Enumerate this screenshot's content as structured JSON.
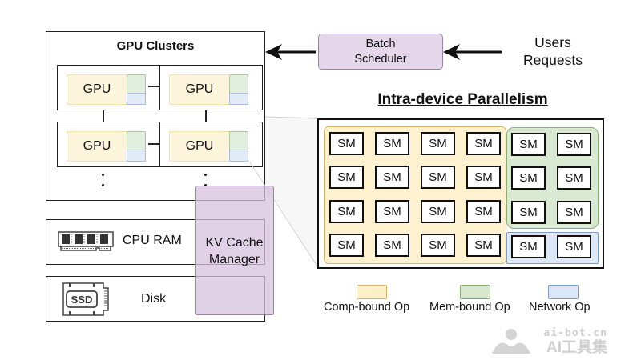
{
  "gpu_clusters": {
    "title": "GPU Clusters",
    "gpus": [
      "GPU",
      "GPU",
      "GPU",
      "GPU"
    ],
    "more_indicator": "⋮"
  },
  "memory": {
    "cpu_ram": {
      "label": "CPU RAM",
      "icon": "ram-icon"
    },
    "disk": {
      "label": "Disk",
      "icon": "ssd-icon",
      "icon_text": "SSD"
    }
  },
  "kv_cache_manager": {
    "line1": "KV Cache",
    "line2": "Manager"
  },
  "batch_scheduler": {
    "line1": "Batch",
    "line2": "Scheduler"
  },
  "users_requests": {
    "line1": "Users",
    "line2": "Requests"
  },
  "intra_device": {
    "title": "Intra-device Parallelism",
    "sm_label": "SM",
    "groups": {
      "comp_bound": {
        "rows": 4,
        "cols": 4
      },
      "mem_bound": {
        "rows": 3,
        "cols": 2
      },
      "network": {
        "rows": 1,
        "cols": 2
      }
    }
  },
  "legend": [
    {
      "label": "Comp-bound Op",
      "color": "#fdefc6",
      "border": "#d9b865"
    },
    {
      "label": "Mem-bound Op",
      "color": "#d7e8cf",
      "border": "#88b074"
    },
    {
      "label": "Network Op",
      "color": "#dce8f8",
      "border": "#7f9ec9"
    }
  ],
  "colors": {
    "comp_fill": "#fdf1cf",
    "comp_border": "#d9b865",
    "mem_fill": "#d9e9d2",
    "mem_border": "#88b074",
    "net_fill": "#dde9f9",
    "net_border": "#7f9ec9",
    "purple_fill": "#e4d7e9",
    "purple_border": "#9b82aa"
  },
  "watermark": {
    "line1": "ai-bot.cn",
    "line2": "AI工具集"
  }
}
